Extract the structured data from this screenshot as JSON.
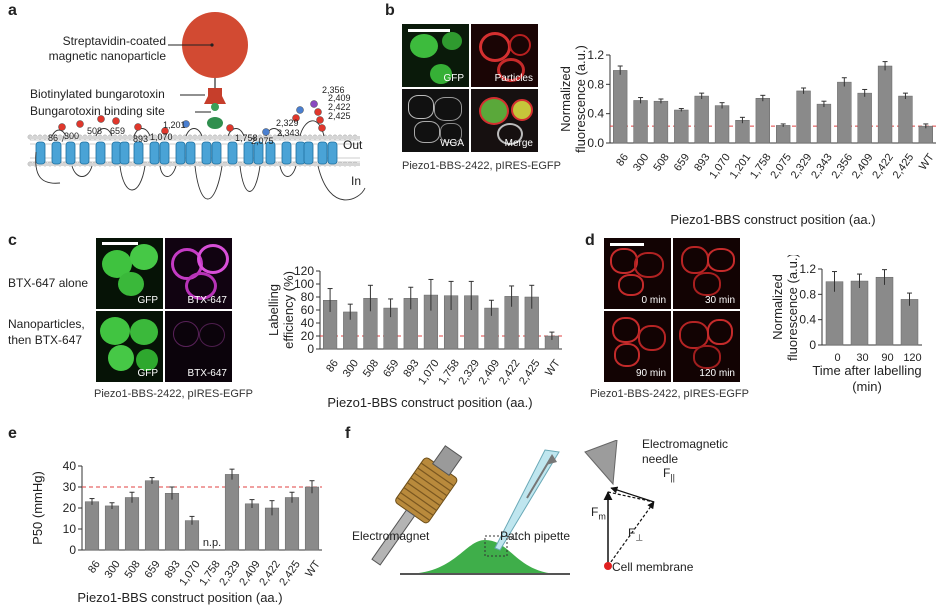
{
  "panels": {
    "a": "a",
    "b": "b",
    "c": "c",
    "d": "d",
    "e": "e",
    "f": "f"
  },
  "panel_a": {
    "nanoparticle": "Streptavidin-coated\nmagnetic nanoparticle",
    "btx": "Biotinylated bungarotoxin",
    "site": "Bungarotoxin binding site",
    "out": "Out",
    "in": "In",
    "positions": [
      "86",
      "300",
      "508",
      "659",
      "893",
      "1,070",
      "1,201",
      "1,758",
      "2,075",
      "2,329",
      "2,343",
      "2,356",
      "2,409",
      "2,422",
      "2,425"
    ]
  },
  "panel_b": {
    "images": [
      "GFP",
      "Particles",
      "WGA",
      "Merge"
    ],
    "caption": "Piezo1-BBS-2422, pIRES-EGFP"
  },
  "panel_c": {
    "row1": "BTX-647 alone",
    "row2": "Nanoparticles,\nthen BTX-647",
    "images": [
      "GFP",
      "BTX-647",
      "GFP",
      "BTX-647"
    ],
    "caption": "Piezo1-BBS-2422, pIRES-EGFP"
  },
  "panel_d": {
    "images": [
      "0 min",
      "30 min",
      "90 min",
      "120 min"
    ],
    "caption": "Piezo1-BBS-2422, pIRES-EGFP"
  },
  "panel_f": {
    "electromagnet": "Electromagnet",
    "pipette": "Patch pipette",
    "needle": "Electromagnetic\nneedle",
    "membrane": "Cell membrane",
    "f_par": "F",
    "f_par_sub": "||",
    "f_m": "F",
    "f_m_sub": "m",
    "f_perp": "F",
    "f_perp_sub": "⊥"
  },
  "chart_data": [
    {
      "id": "b",
      "type": "bar",
      "categories": [
        "86",
        "300",
        "508",
        "659",
        "893",
        "1,070",
        "1,201",
        "1,758",
        "2,075",
        "2,329",
        "2,343",
        "2,356",
        "2,409",
        "2,422",
        "2,425",
        "WT"
      ],
      "values": [
        0.99,
        0.58,
        0.57,
        0.45,
        0.64,
        0.51,
        0.31,
        0.61,
        0.24,
        0.71,
        0.53,
        0.83,
        0.68,
        1.05,
        0.64,
        0.23
      ],
      "errors": [
        0.06,
        0.04,
        0.03,
        0.02,
        0.04,
        0.04,
        0.04,
        0.04,
        0.02,
        0.04,
        0.04,
        0.06,
        0.05,
        0.06,
        0.04,
        0.03
      ],
      "ylim": [
        0,
        1.2
      ],
      "yticks": [
        "0.0",
        "0.4",
        "0.8",
        "1.2"
      ],
      "ylabel": "Normalized\nfluorescence (a.u.)",
      "xlabel": "Piezo1-BBS construct position (aa.)",
      "refline": 0.23
    },
    {
      "id": "c",
      "type": "bar",
      "categories": [
        "86",
        "300",
        "508",
        "659",
        "893",
        "1,070",
        "1,758",
        "2,329",
        "2,409",
        "2,422",
        "2,425",
        "WT"
      ],
      "values": [
        75,
        57,
        78,
        63,
        78,
        83,
        82,
        82,
        63,
        81,
        80,
        20
      ],
      "errors": [
        18,
        12,
        20,
        14,
        17,
        24,
        22,
        22,
        12,
        16,
        18,
        6
      ],
      "ylim": [
        0,
        120
      ],
      "yticks": [
        "0",
        "20",
        "40",
        "60",
        "80",
        "100",
        "120"
      ],
      "ylabel": "Labelling\nefficiency (%)",
      "xlabel": "Piezo1-BBS construct position (aa.)",
      "refline": 20
    },
    {
      "id": "d",
      "type": "bar",
      "categories": [
        "0",
        "30",
        "90",
        "120"
      ],
      "values": [
        1.0,
        1.01,
        1.07,
        0.72
      ],
      "errors": [
        0.16,
        0.11,
        0.12,
        0.1
      ],
      "ylim": [
        0,
        1.2
      ],
      "yticks": [
        "0",
        "0.4",
        "0.8",
        "1.2"
      ],
      "ylabel": "Normalized\nfluorescence (a.u.)",
      "xlabel": "Time after labelling\n(min)"
    },
    {
      "id": "e",
      "type": "bar",
      "categories": [
        "86",
        "300",
        "508",
        "659",
        "893",
        "1,070",
        "1,758",
        "2,329",
        "2,409",
        "2,422",
        "2,425",
        "WT"
      ],
      "values": [
        23,
        21,
        25,
        33,
        27,
        14,
        null,
        36,
        22,
        20,
        25,
        30
      ],
      "errors": [
        1.5,
        1.5,
        2.5,
        1.5,
        3,
        2,
        0,
        2.5,
        2,
        3.5,
        2.5,
        3
      ],
      "ylim": [
        0,
        40
      ],
      "yticks": [
        "0",
        "10",
        "20",
        "30",
        "40"
      ],
      "ylabel": "P50 (mmHg)",
      "xlabel": "Piezo1-BBS construct position (aa.)",
      "refline": 30,
      "annotation": "n.p."
    }
  ]
}
